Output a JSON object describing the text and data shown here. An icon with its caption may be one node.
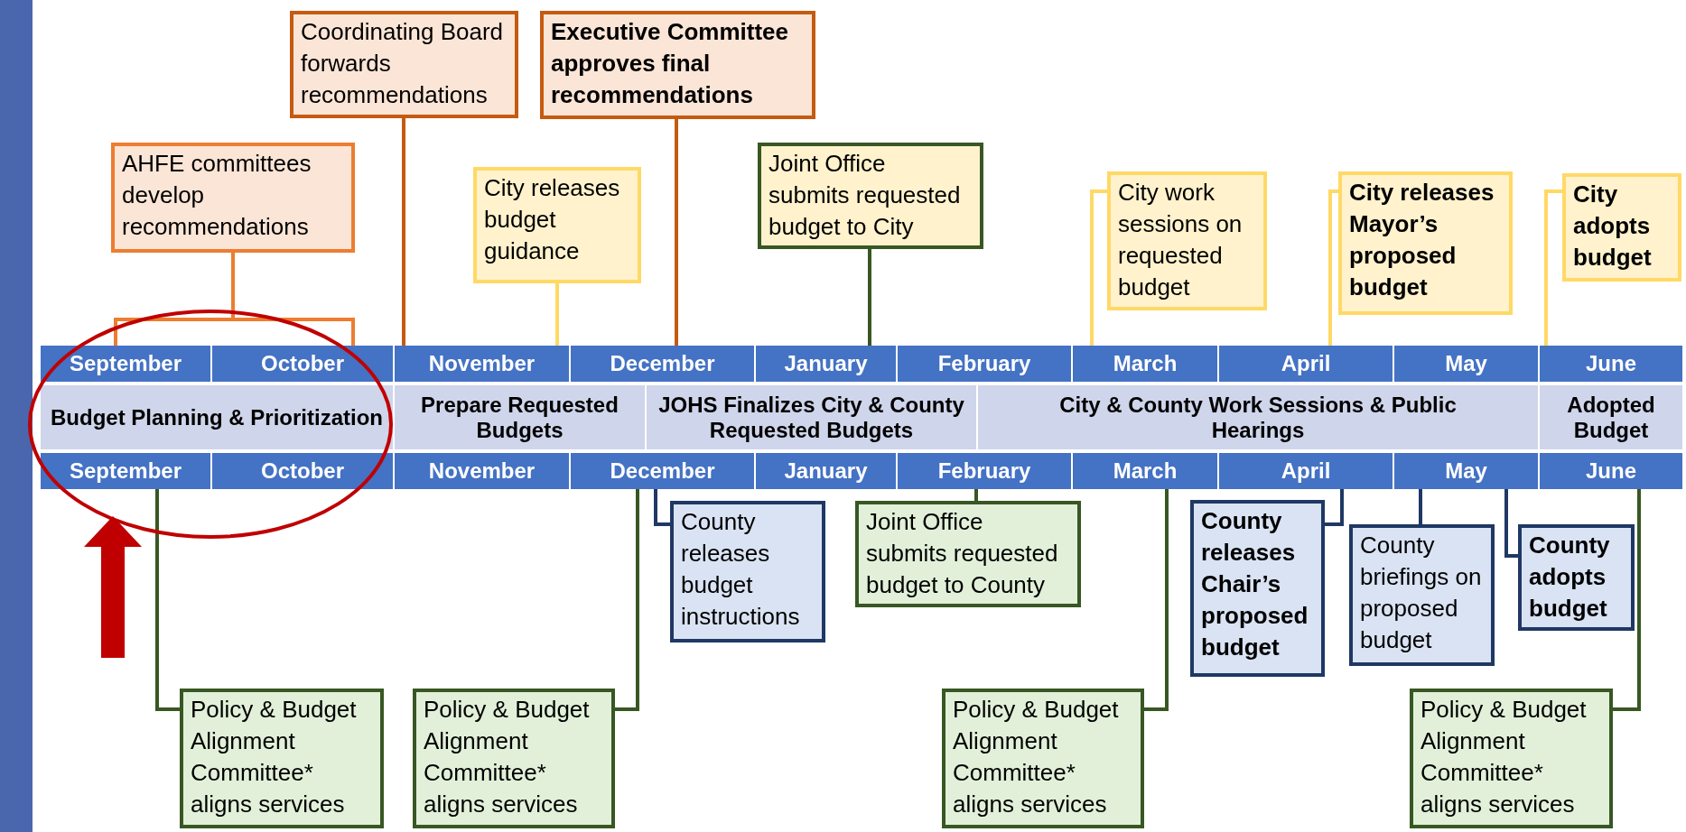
{
  "diagram": {
    "nodes": [
      {
        "text": [
          "AHFE committees develop recommendations"
        ]
      },
      {
        "text": [
          "Coordinating Board forwards recommendations"
        ]
      },
      {
        "text": [
          "Executive Committee approves final recommendations"
        ]
      },
      {
        "text": [
          "City releases budget guidance"
        ]
      },
      {
        "text": [
          "Joint Office submits requested budget to City"
        ]
      },
      {
        "text": [
          "City work sessions on requested budget"
        ]
      },
      {
        "text": [
          "City releases Mayor’s proposed budget"
        ]
      },
      {
        "text": [
          "City adopts budget"
        ]
      },
      {
        "text": [
          "September"
        ]
      },
      {
        "text": [
          "October"
        ]
      },
      {
        "text": [
          "November"
        ]
      },
      {
        "text": [
          "December"
        ]
      },
      {
        "text": [
          "January"
        ]
      },
      {
        "text": [
          "February"
        ]
      },
      {
        "text": [
          "March"
        ]
      },
      {
        "text": [
          "April"
        ]
      },
      {
        "text": [
          "May"
        ]
      },
      {
        "text": [
          "June"
        ]
      },
      {
        "text": [
          "Budget Planning & Prioritization"
        ]
      },
      {
        "text": [
          "Prepare Requested Budgets"
        ]
      },
      {
        "text": [
          "JOHS Finalizes City & County Requested Budgets"
        ]
      },
      {
        "text": [
          "City & County Work Sessions & Public Hearings"
        ]
      },
      {
        "text": [
          "Adopted Budget"
        ]
      },
      {
        "text": [
          "September"
        ]
      },
      {
        "text": [
          "October"
        ]
      },
      {
        "text": [
          "November"
        ]
      },
      {
        "text": [
          "December"
        ]
      },
      {
        "text": [
          "January"
        ]
      },
      {
        "text": [
          "February"
        ]
      },
      {
        "text": [
          "March"
        ]
      },
      {
        "text": [
          "April"
        ]
      },
      {
        "text": [
          "May"
        ]
      },
      {
        "text": [
          "June"
        ]
      },
      {
        "text": [
          "County releases budget instructions"
        ]
      },
      {
        "text": [
          "Joint Office submits requested budget to County"
        ]
      },
      {
        "text": [
          "County releases Chair’s proposed budget"
        ]
      },
      {
        "text": [
          "County briefings on proposed budget"
        ]
      },
      {
        "text": [
          "County adopts budget"
        ]
      },
      {
        "text": [
          "Policy & Budget Alignment Committee* aligns services"
        ]
      },
      {
        "text": [
          "Policy & Budget Alignment Committee* aligns services"
        ]
      },
      {
        "text": [
          "Policy & Budget Alignment Committee* aligns services"
        ]
      },
      {
        "text": [
          "Policy & Budget Alignment Committee* aligns services"
        ]
      },
      {
        "text": [],
        "shape": "bar"
      }
    ],
    "edges": [
      {
        "from": 0,
        "to": 8,
        "arrow": "none",
        "color": "#ed7d31"
      },
      {
        "from": 0,
        "to": 9,
        "arrow": "none",
        "color": "#ed7d31"
      },
      {
        "from": 1,
        "to": 10,
        "arrow": "none",
        "color": "#c55a11"
      },
      {
        "from": 2,
        "to": 11,
        "arrow": "none",
        "color": "#c55a11"
      },
      {
        "from": 3,
        "to": 10,
        "arrow": "none",
        "color": "#ffd966"
      },
      {
        "from": 4,
        "to": 12,
        "arrow": "none"
      },
      {
        "from": 5,
        "to": 14,
        "arrow": "none",
        "color": "#ffd966"
      },
      {
        "from": 6,
        "to": 15,
        "arrow": "none",
        "color": "#ffd966"
      },
      {
        "from": 7,
        "to": 17,
        "arrow": "none",
        "color": "#ffd966"
      },
      {
        "from": 33,
        "to": 26,
        "arrow": "none",
        "color": "#1f3864"
      },
      {
        "from": 34,
        "to": 28,
        "arrow": "none"
      },
      {
        "from": 35,
        "to": 30,
        "arrow": "none",
        "color": "#1f3864"
      },
      {
        "from": 36,
        "to": 31,
        "arrow": "none",
        "color": "#1f3864"
      },
      {
        "from": 37,
        "to": 31,
        "arrow": "none",
        "color": "#1f3864"
      },
      {
        "from": 38,
        "to": 23,
        "arrow": "none"
      },
      {
        "from": 39,
        "to": 26,
        "arrow": "none"
      },
      {
        "from": 40,
        "to": 29,
        "arrow": "none"
      },
      {
        "from": 41,
        "to": 32,
        "arrow": "none"
      }
    ]
  }
}
